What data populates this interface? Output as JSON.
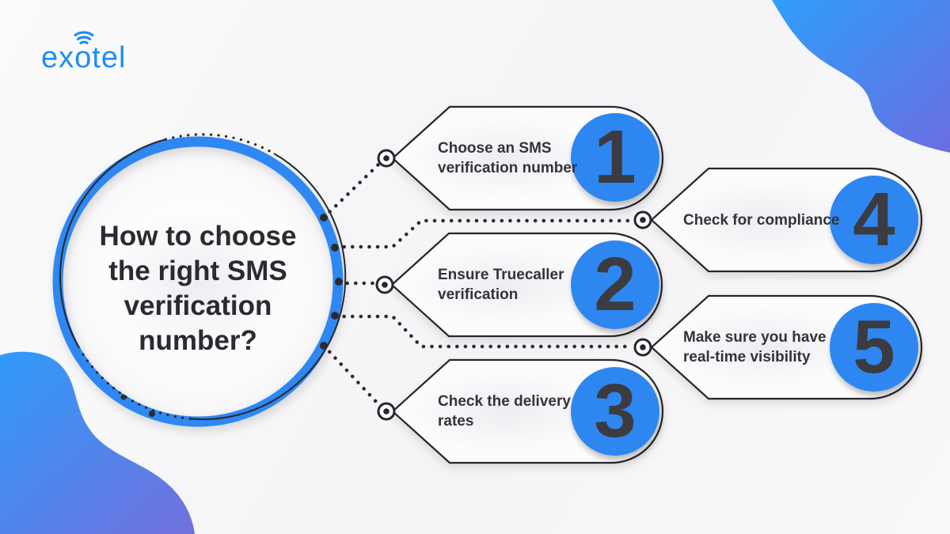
{
  "brand": {
    "logo_text": "exotel"
  },
  "center": {
    "title": "How to choose the right SMS verification number?"
  },
  "steps": [
    {
      "number": "1",
      "label": "Choose an SMS verification number"
    },
    {
      "number": "2",
      "label": "Ensure Truecaller verification"
    },
    {
      "number": "3",
      "label": "Check the delivery rates"
    },
    {
      "number": "4",
      "label": "Check for compliance"
    },
    {
      "number": "5",
      "label": "Make sure you have real-time visibility"
    }
  ],
  "colors": {
    "accent_blue": "#2e87f0",
    "ring_blue": "#2f87f2",
    "outline_dark": "#26272d",
    "number_dark": "#3b3b41",
    "logo_blue": "#1e8cf8",
    "blob_gradient_start": "#2f9efb",
    "blob_gradient_end": "#6a6ee0",
    "background": "#f7f7f8"
  }
}
